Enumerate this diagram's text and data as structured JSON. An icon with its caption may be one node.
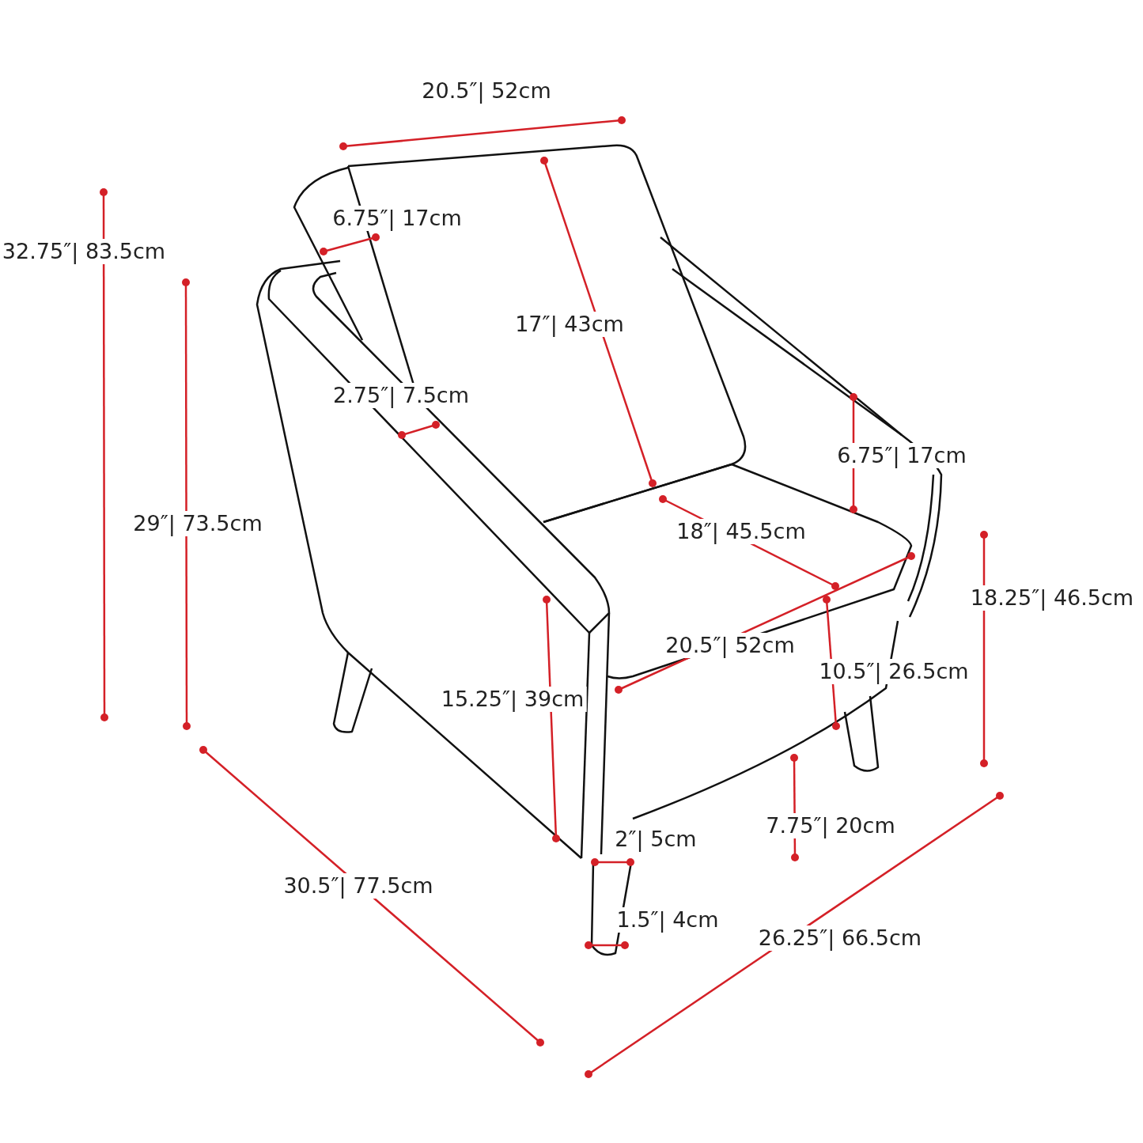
{
  "diagram": {
    "labels": [
      "20.5″| 52cm",
      "6.75″| 17cm",
      "32.75″| 83.5cm",
      "17″| 43cm",
      "2.75″| 7.5cm",
      "6.75″| 17cm",
      "29″| 73.5cm",
      "18″| 45.5cm",
      "18.25″| 46.5cm",
      "20.5″| 52cm",
      "10.5″| 26.5cm",
      "15.25″| 39cm",
      "7.75″| 20cm",
      "2″| 5cm",
      "30.5″| 77.5cm",
      "1.5″| 4cm",
      "26.25″| 66.5cm"
    ]
  }
}
